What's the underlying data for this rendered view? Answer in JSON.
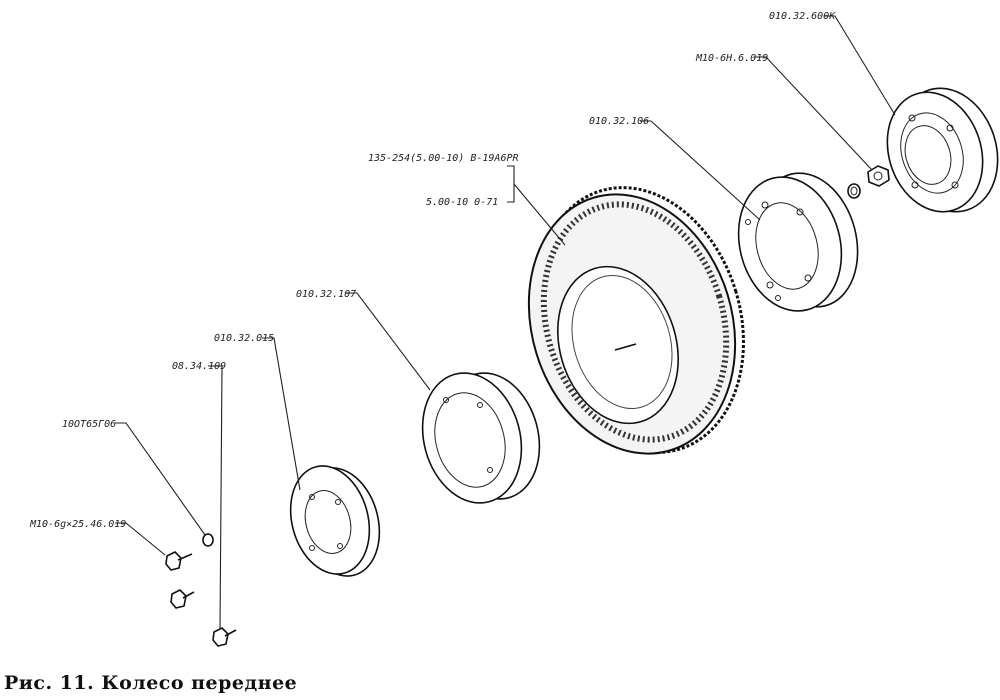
{
  "labels": {
    "wheel_assembly": "010.32.600K",
    "nut": "M10-6H.6.019",
    "disc_right": "010.32.106",
    "tire": "135-254(5.00-10)  B-19A6PR",
    "rim": "5.00-10    0-71",
    "disc_left": "010.32.107",
    "hub_cap": "010.32.015",
    "pin": "08.34.109",
    "washer": "10ОТ65Г06",
    "bolt": "M10-6g×25.46.019"
  },
  "caption": "Рис. 11. Колесо переднее"
}
